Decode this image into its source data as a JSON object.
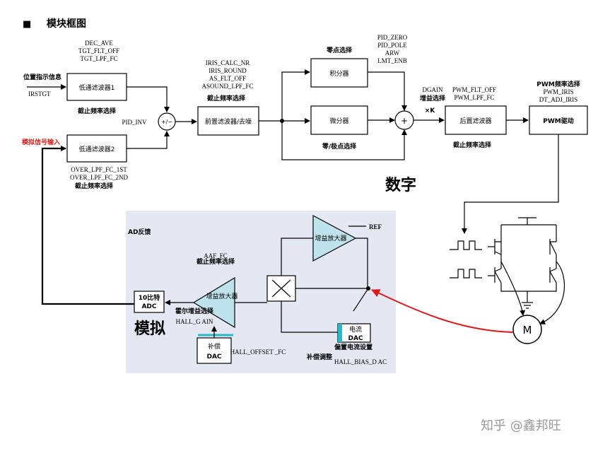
{
  "header": {
    "bullet": "■",
    "title": "模块框图"
  },
  "digital": {
    "area_label": "数字",
    "dec_labels": [
      "DEC_AVE",
      "TGT_FLT_OFF",
      "TGT_LPF_FC"
    ],
    "position_input": "位置指示信息",
    "irstgt": "IRSTGT",
    "lpf1": "低通滤波器1",
    "cutoff_select": "截止频率选择",
    "analog_input": "模拟信号输入",
    "lpf2": "低通滤波器2",
    "over_labels": [
      "OVER_LPF_FC_1ST",
      "OVER_LPF_FC_2ND"
    ],
    "pid_inv": "PID_INV",
    "sum_sign": "+/−",
    "iris_labels": [
      "IRIS_CALC_NR",
      "IRIS_ROUND",
      "AS_FLT_OFF",
      "ASOUND_LPF_FC"
    ],
    "pre_filter": "前置滤波器/去噪",
    "zero_select": "零点选择",
    "integrator": "积分器",
    "differentiator": "微分器",
    "zero_pole_select": "零/极点选择",
    "pid_labels": [
      "PID_ZERO",
      "PID_POLE",
      "ARW",
      "LMT_ENB"
    ],
    "plus": "+",
    "dgain": "DGAIN",
    "gain_select": "增益选择",
    "times_k": "×K",
    "pwm_flt": [
      "PWM_FLT_OFF",
      "PWM_LPF_FC"
    ],
    "post_filter": "后置滤波器",
    "pwm_freq_select": "PWM频率选择",
    "pwm_labels": [
      "PWM_IRIS",
      "DT_ADJ_IRIS"
    ],
    "pwm_drive": "PWM驱动"
  },
  "analog": {
    "area_label": "模拟",
    "ad_feedback": "AD反馈",
    "ref": "REF",
    "gain_amp": "增益放大器",
    "aaf_fc": "AAF_FC",
    "aaf_cutoff": "截止频率选择",
    "hall_gain_select": "霍尔增益选择",
    "hall_g": "HALL_G AIN",
    "adc_bits": "10比特",
    "adc": "ADC",
    "comp": "补偿",
    "dac": "DAC",
    "hall_offset": "HALL_OFFSET _FC",
    "comp_adjust": "补偿调整",
    "current": "电流",
    "bias_set": "偏置电流设置",
    "hall_bias": "HALL_BIAS_D AC"
  },
  "motor": {
    "label": "M"
  },
  "watermark": "知乎 @鑫邦旺"
}
